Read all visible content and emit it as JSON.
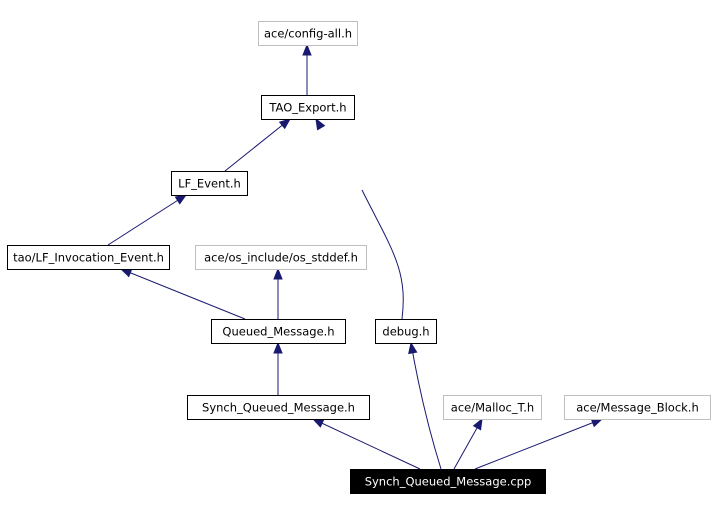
{
  "nodes": [
    {
      "id": "config_all",
      "label": "ace/config-all.h",
      "style": "external"
    },
    {
      "id": "tao_export",
      "label": "TAO_Export.h",
      "style": "normal"
    },
    {
      "id": "lf_event",
      "label": "LF_Event.h",
      "style": "normal"
    },
    {
      "id": "lf_invocation_event",
      "label": "tao/LF_Invocation_Event.h",
      "style": "normal"
    },
    {
      "id": "os_stddef",
      "label": "ace/os_include/os_stddef.h",
      "style": "external"
    },
    {
      "id": "queued_message",
      "label": "Queued_Message.h",
      "style": "normal"
    },
    {
      "id": "debug",
      "label": "debug.h",
      "style": "normal"
    },
    {
      "id": "synch_queued_message_h",
      "label": "Synch_Queued_Message.h",
      "style": "normal"
    },
    {
      "id": "malloc_t",
      "label": "ace/Malloc_T.h",
      "style": "external"
    },
    {
      "id": "message_block",
      "label": "ace/Message_Block.h",
      "style": "external"
    },
    {
      "id": "synch_queued_message_cpp",
      "label": "Synch_Queued_Message.cpp",
      "style": "root"
    }
  ],
  "edges": [
    {
      "from": "tao_export",
      "to": "config_all"
    },
    {
      "from": "lf_event",
      "to": "tao_export"
    },
    {
      "from": "debug",
      "to": "tao_export"
    },
    {
      "from": "lf_invocation_event",
      "to": "lf_event"
    },
    {
      "from": "queued_message",
      "to": "lf_invocation_event"
    },
    {
      "from": "queued_message",
      "to": "os_stddef"
    },
    {
      "from": "synch_queued_message_h",
      "to": "queued_message"
    },
    {
      "from": "synch_queued_message_cpp",
      "to": "synch_queued_message_h"
    },
    {
      "from": "synch_queued_message_cpp",
      "to": "debug"
    },
    {
      "from": "synch_queued_message_cpp",
      "to": "malloc_t"
    },
    {
      "from": "synch_queued_message_cpp",
      "to": "message_block"
    }
  ],
  "colors": {
    "edge": "#191970",
    "external_border": "#bfbfbf",
    "normal_border": "#000000",
    "root_fill": "#000000",
    "root_text": "#ffffff"
  }
}
